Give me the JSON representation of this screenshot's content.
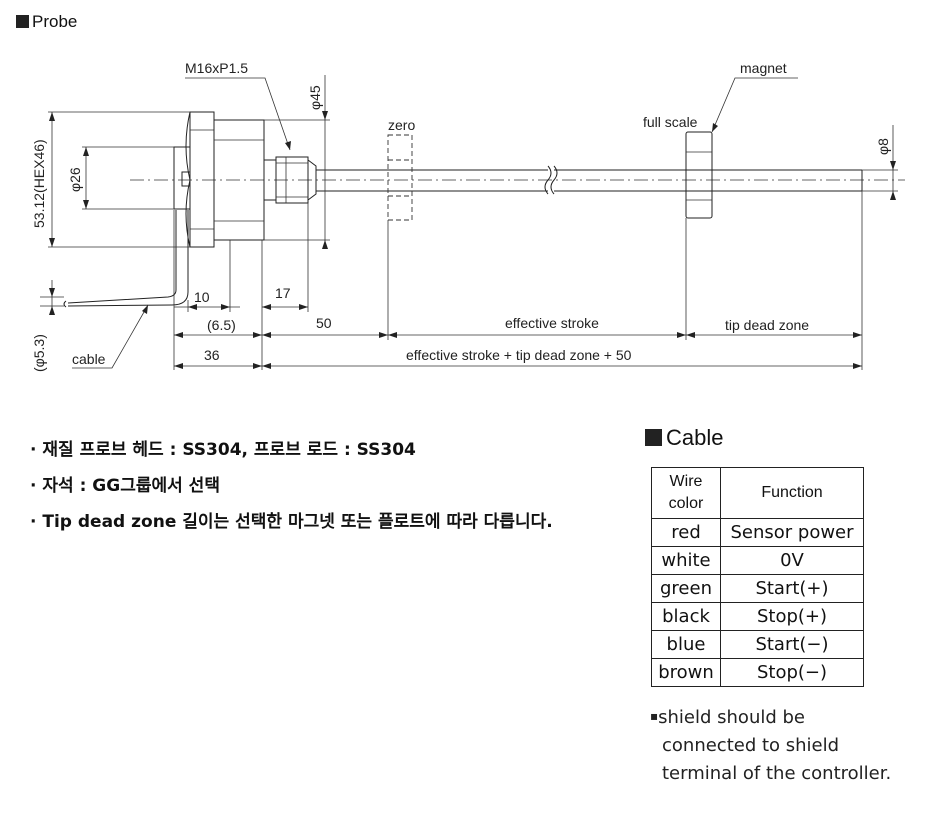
{
  "probe_heading": "Probe",
  "drawing_labels": {
    "thread": "M16xP1.5",
    "dia45": "φ45",
    "zero": "zero",
    "magnet": "magnet",
    "full_scale": "full scale",
    "dia8": "φ8",
    "hex": "53.12(HEX46)",
    "dia26": "φ26",
    "dia53": "(φ5.3)",
    "cable": "cable",
    "dim10": "10",
    "dim17": "17",
    "dim65": "(6.5)",
    "dim50": "50",
    "effective_stroke": "effective stroke",
    "tip_dead_zone": "tip dead zone",
    "dim36": "36",
    "total": "effective stroke + tip dead zone + 50"
  },
  "notes": [
    "· 재질 프로브 헤드 : SS304, 프로브 로드 : SS304",
    "· 자석 :  GG그룹에서 선택",
    "· Tip dead zone 길이는 선택한 마그넷 또는 플로트에 따라 다릅니다."
  ],
  "cable": {
    "title": "Cable",
    "header_wire": "Wire color",
    "header_function": "Function",
    "rows": [
      {
        "color": "red",
        "function": "Sensor power"
      },
      {
        "color": "white",
        "function": "0V"
      },
      {
        "color": "green",
        "function": "Start(+)"
      },
      {
        "color": "black",
        "function": "Stop(+)"
      },
      {
        "color": "blue",
        "function": "Start(−)"
      },
      {
        "color": "brown",
        "function": "Stop(−)"
      }
    ],
    "shield_note": [
      "shield should be",
      "connected to shield",
      "terminal of the controller."
    ]
  }
}
